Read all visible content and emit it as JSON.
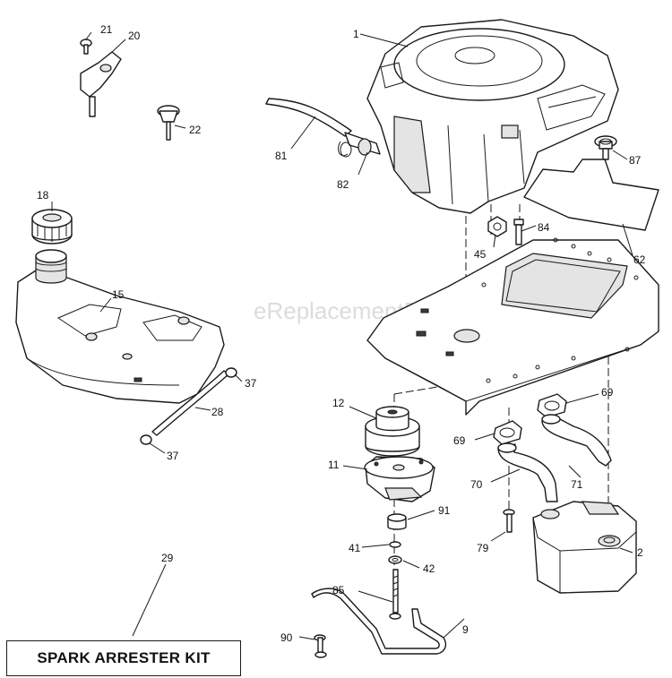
{
  "watermark": "eReplacementParts.com",
  "kit_label": "SPARK ARRESTER KIT",
  "callouts": {
    "c1": "1",
    "c2": "2",
    "c9": "9",
    "c11": "11",
    "c12": "12",
    "c15": "15",
    "c18": "18",
    "c20": "20",
    "c21": "21",
    "c22": "22",
    "c28": "28",
    "c29": "29",
    "c37a": "37",
    "c37b": "37",
    "c41": "41",
    "c42": "42",
    "c45": "45",
    "c62": "62",
    "c69a": "69",
    "c69b": "69",
    "c70": "70",
    "c71": "71",
    "c79": "79",
    "c81": "81",
    "c82": "82",
    "c84": "84",
    "c85": "85",
    "c87": "87",
    "c90": "90",
    "c91": "91"
  }
}
